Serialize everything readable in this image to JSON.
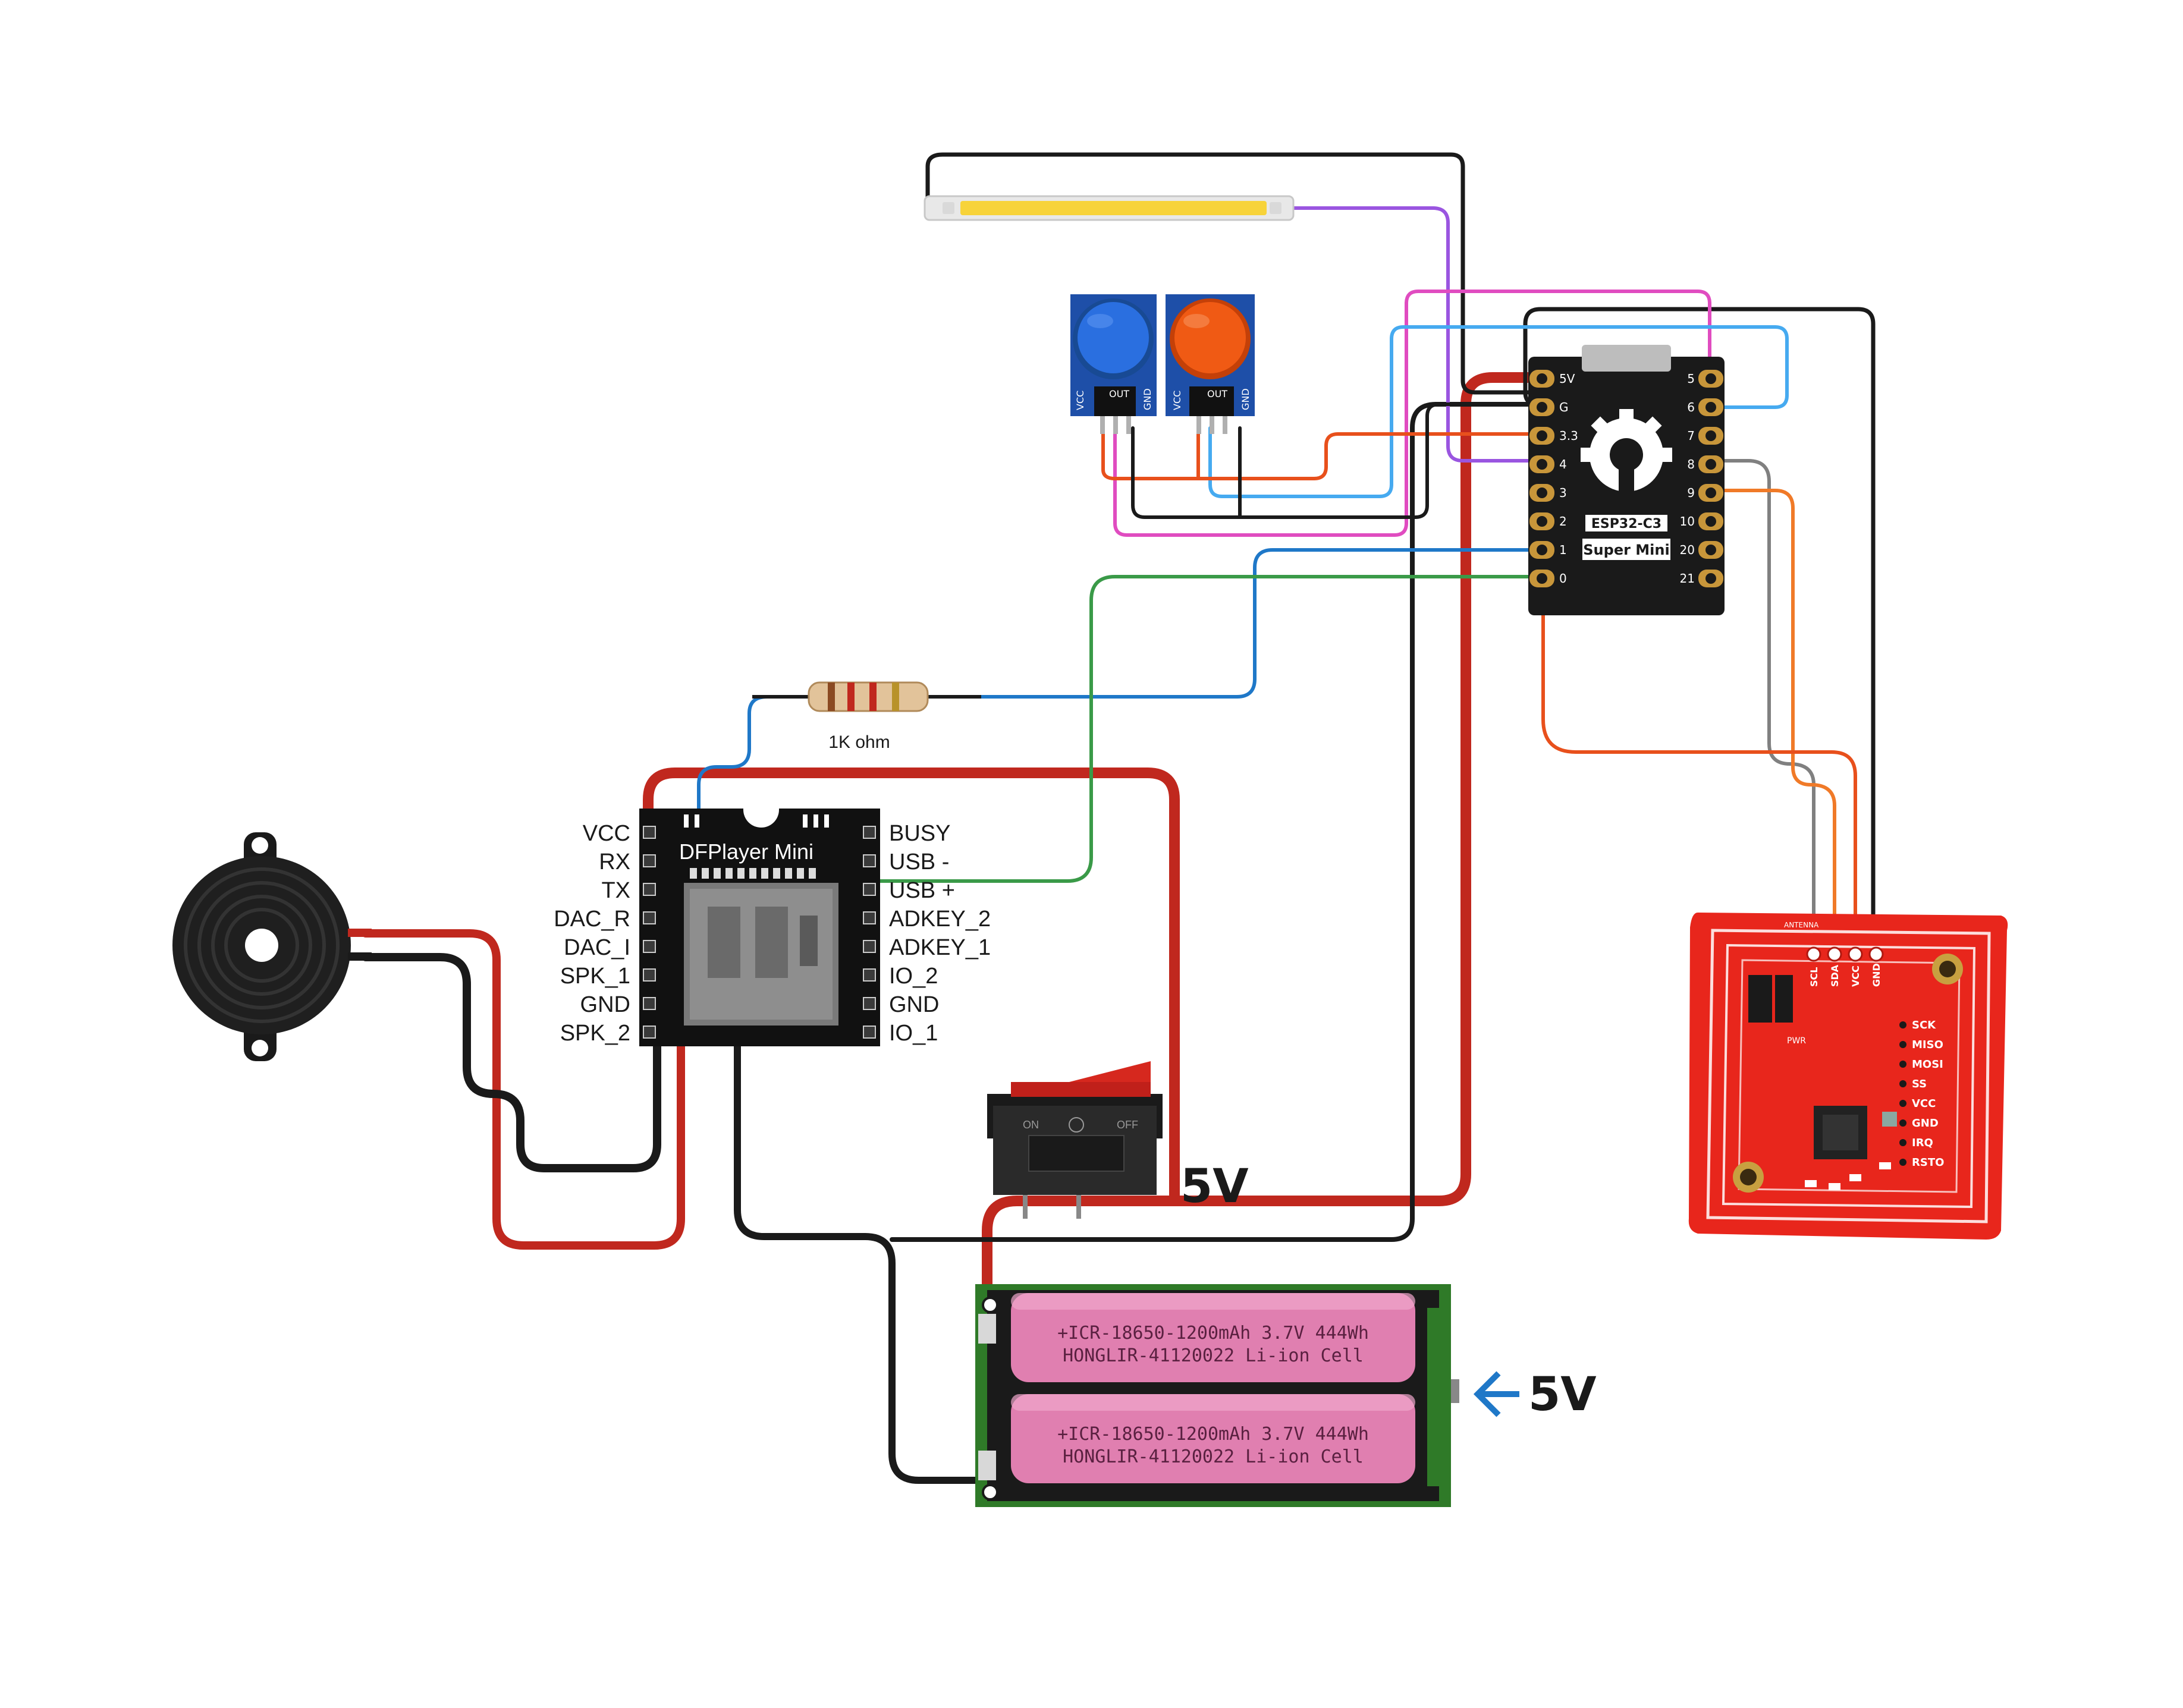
{
  "modules": {
    "dfplayer": {
      "title": "DFPlayer Mini",
      "left_pins": [
        "VCC",
        "RX",
        "TX",
        "DAC_R",
        "DAC_I",
        "SPK_1",
        "GND",
        "SPK_2"
      ],
      "right_pins": [
        "BUSY",
        "USB -",
        "USB +",
        "ADKEY_2",
        "ADKEY_1",
        "IO_2",
        "GND",
        "IO_1"
      ]
    },
    "esp32": {
      "name_line1": "ESP32-C3",
      "name_line2": "Super Mini",
      "left_pins": [
        "5V",
        "G",
        "3.3",
        "4",
        "3",
        "2",
        "1",
        "0"
      ],
      "right_pins": [
        "5",
        "6",
        "7",
        "8",
        "9",
        "10",
        "20",
        "21"
      ]
    },
    "resistor": {
      "label": "1K ohm"
    },
    "buttons": {
      "pin_labels": [
        "VCC",
        "OUT",
        "GND"
      ]
    },
    "switch": {
      "on_label": "ON",
      "off_label": "OFF"
    },
    "battery": {
      "cell_line1": "+ICR-18650-1200mAh  3.7V  444Wh",
      "cell_line2": "HONGLIR-41120022   Li-ion Cell"
    },
    "rfid": {
      "header_pins": [
        "SCL",
        "SDA",
        "VCC",
        "GND"
      ],
      "side_labels": [
        "SCK",
        "MISO",
        "MOSI",
        "SS",
        "VCC",
        "GND",
        "IRQ",
        "RSTO"
      ],
      "antenna_label": "ANTENNA",
      "pwr_label": "PWR"
    }
  },
  "annotations": {
    "switch_voltage": "5V",
    "battery_output": "5V"
  },
  "colors": {
    "power_red": "#c0281e",
    "ground_black": "#1a1a1a",
    "blue_signal": "#1f78c8",
    "light_blue": "#46aaf0",
    "green_signal": "#3a9a48",
    "purple": "#9a55e0",
    "pink": "#e04cc0",
    "orange": "#f07a28",
    "gray": "#808080",
    "led_yellow": "#f7d33a",
    "button_blue": "#2a6fe0",
    "button_orange": "#f05a14",
    "rfid_red": "#e8261c",
    "cell_pink": "#e07fb0"
  }
}
